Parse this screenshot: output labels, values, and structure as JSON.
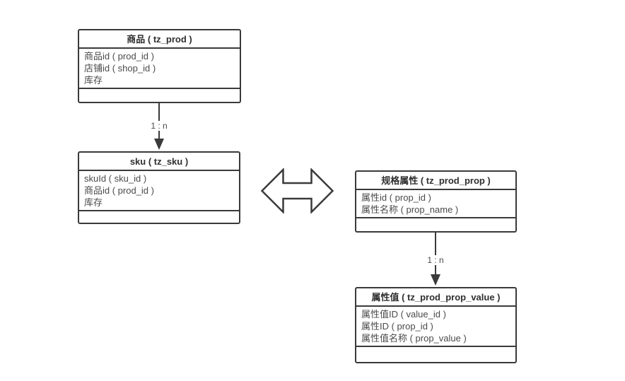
{
  "diagram": {
    "tables": [
      {
        "key": "prod",
        "title": "商品 ( tz_prod )",
        "fields": [
          "商品id ( prod_id )",
          "店铺id ( shop_id )",
          "库存"
        ]
      },
      {
        "key": "sku",
        "title": "sku ( tz_sku )",
        "fields": [
          "skuId ( sku_id )",
          "商品id ( prod_id )",
          "库存"
        ]
      },
      {
        "key": "prod_prop",
        "title": "规格属性 ( tz_prod_prop )",
        "fields": [
          "属性id ( prop_id )",
          "属性名称 ( prop_name )"
        ]
      },
      {
        "key": "prod_prop_value",
        "title": "属性值 ( tz_prod_prop_value )",
        "fields": [
          "属性值ID ( value_id )",
          "属性ID ( prop_id )",
          "属性值名称 ( prop_value )"
        ]
      }
    ],
    "relations": [
      {
        "from": "prod",
        "to": "sku",
        "label": "1 : n"
      },
      {
        "from": "prod_prop",
        "to": "prod_prop_value",
        "label": "1 : n"
      }
    ],
    "connector": {
      "type": "double-headed-horizontal-arrow",
      "between": [
        "sku",
        "prod_prop"
      ]
    },
    "colors": {
      "border": "#3a3a3a",
      "text": "#4a4a4a",
      "header_text": "#2f2f2f",
      "background": "#ffffff"
    }
  }
}
